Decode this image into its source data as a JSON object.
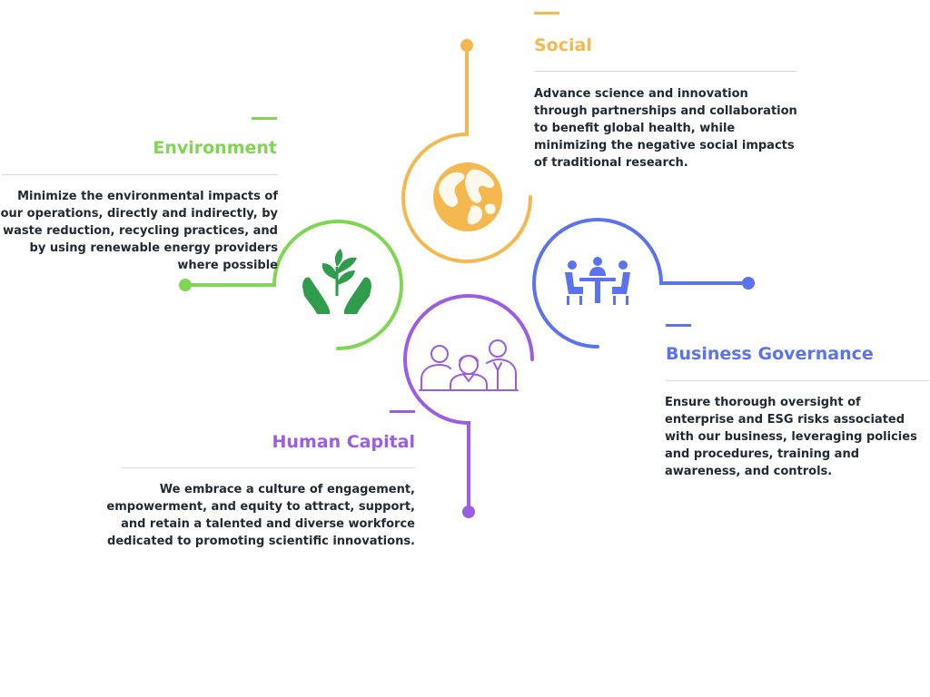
{
  "colors": {
    "social": "#f5b84f",
    "environment": "#7fd651",
    "governance": "#5b73f0",
    "human": "#9b5de5",
    "env_icon": "#2e9c4a"
  },
  "pillars": {
    "social": {
      "title": "Social",
      "description": "Advance science and innovation through partnerships and collaboration to benefit global health, while minimizing the negative social impacts of traditional research.",
      "icon": "globe-icon"
    },
    "environment": {
      "title": "Environment",
      "description": "Minimize the environmental impacts of our operations, directly and indirectly, by waste reduction, recycling practices, and by using renewable energy providers where possible",
      "icon": "plant-in-hands-icon"
    },
    "governance": {
      "title": "Business Governance",
      "description": "Ensure thorough oversight of enterprise and ESG risks associated with our business, leveraging policies and procedures, training and awareness, and controls.",
      "icon": "meeting-icon"
    },
    "human": {
      "title": "Human Capital",
      "description": "We embrace a culture of engagement, empowerment, and equity to attract, support, and retain a talented and diverse workforce dedicated to promoting scientific innovations.",
      "icon": "team-icon"
    }
  }
}
